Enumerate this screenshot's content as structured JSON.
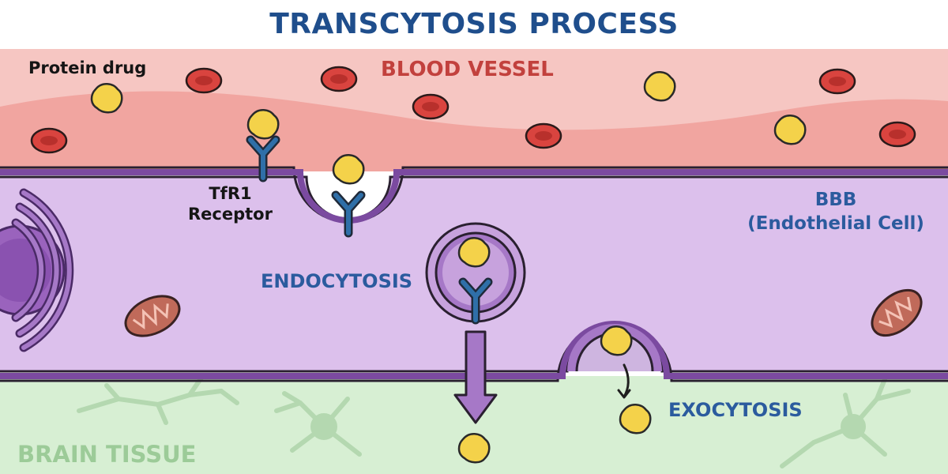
{
  "title": "TRANSCYTOSIS PROCESS",
  "labels": {
    "protein_drug": "Protein drug",
    "blood_vessel": "BLOOD VESSEL",
    "tfr1_line1": "TfR1",
    "tfr1_line2": "Receptor",
    "bbb_line1": "BBB",
    "bbb_line2": "(Endothelial Cell)",
    "endocytosis": "ENDOCYTOSIS",
    "exocytosis": "EXOCYTOSIS",
    "brain_tissue": "BRAIN TISSUE"
  },
  "colors": {
    "title": "#1f4e8c",
    "blood_bg": "#f6c6c2",
    "blood_wave": "#f1a5a0",
    "red_cell": "#d9443f",
    "endothelial": "#dcc0ec",
    "membrane": "#7b4aa0",
    "vesicle": "#a678c7",
    "receptor": "#2f6fa8",
    "drug": "#f4d24a",
    "brain_bg": "#d7efd3",
    "neuron": "#b4d8b0"
  }
}
